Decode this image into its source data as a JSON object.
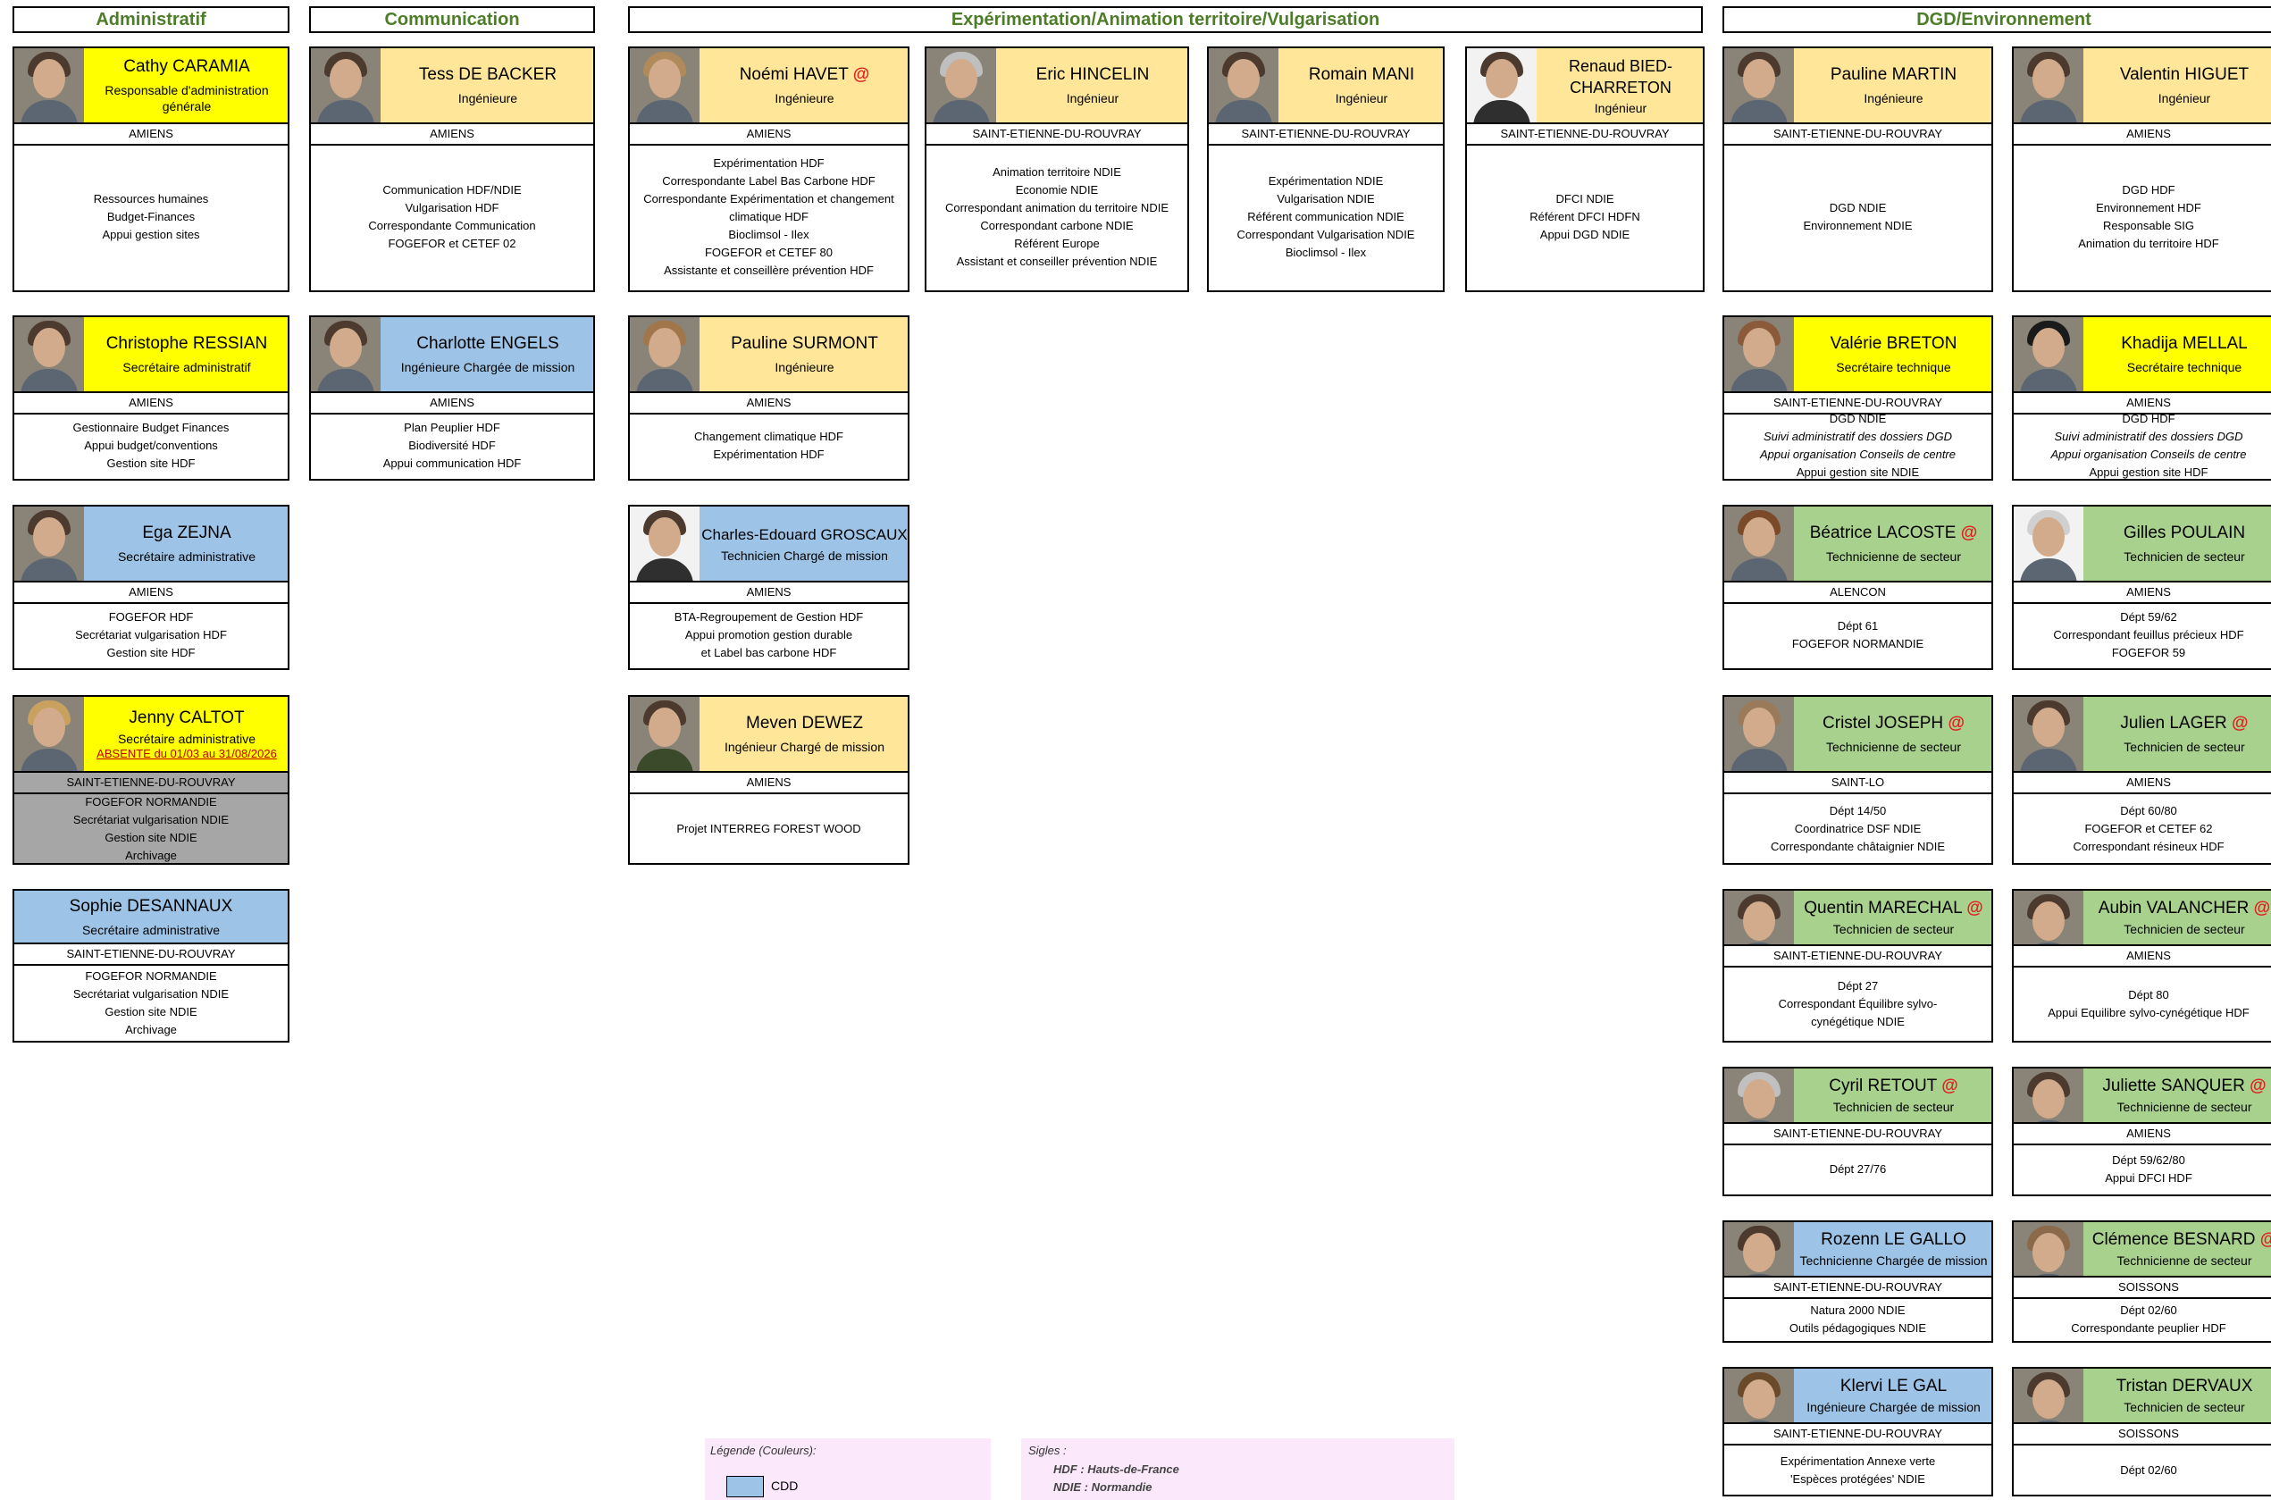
{
  "headers": {
    "administratif": "Administratif",
    "communication": "Communication",
    "experimentation": "Expérimentation/Animation territoire/Vulgarisation",
    "dgd": "DGD/Environnement"
  },
  "colors": {
    "header_text": "#4e7d2a",
    "titulaire_admin": "#ffff00",
    "ingenieur": "#ffe699",
    "cdd": "#9dc3e6",
    "technicien": "#a9d18e",
    "absent_bg": "#a6a6a6"
  },
  "people": {
    "caramia": {
      "name": "Cathy  CARAMIA",
      "role": "Responsable d'administration générale",
      "location": "AMIENS",
      "duties": [
        "Ressources humaines",
        "Budget-Finances",
        "Appui gestion sites"
      ]
    },
    "ressian": {
      "name": "Christophe RESSIAN",
      "role": "Secrétaire administratif",
      "location": "AMIENS",
      "duties": [
        "Gestionnaire Budget Finances",
        "Appui budget/conventions",
        "Gestion site HDF"
      ]
    },
    "zejna": {
      "name": "Ega ZEJNA",
      "role": "Secrétaire administrative",
      "location": "AMIENS",
      "duties": [
        "FOGEFOR HDF",
        "Secrétariat vulgarisation HDF",
        "Gestion site HDF"
      ]
    },
    "caltot": {
      "name": "Jenny CALTOT",
      "role": "Secrétaire administrative",
      "absence": "ABSENTE du 01/03 au 31/08/2026",
      "location": "SAINT-ETIENNE-DU-ROUVRAY",
      "duties": [
        "FOGEFOR NORMANDIE",
        "Secrétariat vulgarisation NDIE",
        "Gestion site NDIE",
        "Archivage"
      ]
    },
    "desannaux": {
      "name": "Sophie DESANNAUX",
      "role": "Secrétaire administrative",
      "location": "SAINT-ETIENNE-DU-ROUVRAY",
      "duties": [
        "FOGEFOR NORMANDIE",
        "Secrétariat vulgarisation NDIE",
        "Gestion site NDIE",
        "Archivage"
      ]
    },
    "debacker": {
      "name": "Tess DE BACKER",
      "role": "Ingénieure",
      "location": "AMIENS",
      "duties": [
        "Communication HDF/NDIE",
        "Vulgarisation HDF",
        "Correspondante Communication",
        "FOGEFOR et CETEF 02"
      ]
    },
    "engels": {
      "name": "Charlotte ENGELS",
      "role": "Ingénieure Chargée de mission",
      "location": "AMIENS",
      "duties": [
        "Plan Peuplier HDF",
        "Biodiversité HDF",
        "Appui communication HDF"
      ]
    },
    "havet": {
      "name": "Noémi HAVET",
      "role": "Ingénieure",
      "location": "AMIENS",
      "duties": [
        "Expérimentation HDF",
        "Correspondante Label Bas Carbone HDF",
        "Correspondante Expérimentation et changement climatique HDF",
        "Bioclimsol  -  Ilex",
        "FOGEFOR et CETEF 80",
        "Assistante et conseillère prévention HDF"
      ]
    },
    "hincelin": {
      "name": "Eric HINCELIN",
      "role": "Ingénieur",
      "location": "SAINT-ETIENNE-DU-ROUVRAY",
      "duties": [
        "Animation territoire NDIE",
        "Economie NDIE",
        "Correspondant animation du territoire NDIE",
        "Correspondant carbone NDIE",
        "Référent Europe",
        "Assistant et conseiller prévention NDIE"
      ]
    },
    "mani": {
      "name": "Romain MANI",
      "role": "Ingénieur",
      "location": "SAINT-ETIENNE-DU-ROUVRAY",
      "duties": [
        "Expérimentation NDIE",
        "Vulgarisation NDIE",
        "Référent communication NDIE",
        "Correspondant Vulgarisation NDIE",
        "Bioclimsol  -  Ilex"
      ]
    },
    "biedcharreton": {
      "name": "Renaud BIED-CHARRETON",
      "role": "Ingénieur",
      "location": "SAINT-ETIENNE-DU-ROUVRAY",
      "duties": [
        "DFCI NDIE",
        "Référent DFCI HDFN",
        "Appui DGD NDIE"
      ]
    },
    "surmont": {
      "name": "Pauline SURMONT",
      "role": "Ingénieure",
      "location": "AMIENS",
      "duties": [
        "Changement climatique HDF",
        "Expérimentation HDF"
      ]
    },
    "groscaux": {
      "name": "Charles-Edouard GROSCAUX",
      "role": "Technicien Chargé de mission",
      "location": "AMIENS",
      "duties": [
        "BTA-Regroupement de Gestion HDF",
        "Appui promotion gestion durable",
        "et Label bas carbone HDF"
      ]
    },
    "dewez": {
      "name": "Meven DEWEZ",
      "role": "Ingénieur Chargé de mission",
      "location": "AMIENS",
      "duties": [
        "Projet INTERREG FOREST WOOD"
      ]
    },
    "martin": {
      "name": "Pauline  MARTIN",
      "role": "Ingénieure",
      "location": "SAINT-ETIENNE-DU-ROUVRAY",
      "duties": [
        "DGD NDIE",
        "Environnement NDIE"
      ]
    },
    "higuet": {
      "name": "Valentin HIGUET",
      "role": "Ingénieur",
      "location": "AMIENS",
      "duties": [
        "DGD HDF",
        "Environnement HDF",
        "Responsable SIG",
        "Animation du territoire HDF"
      ]
    },
    "breton": {
      "name": "Valérie BRETON",
      "role": "Secrétaire technique",
      "location": "SAINT-ETIENNE-DU-ROUVRAY",
      "duties": [
        "DGD NDIE",
        "Suivi administratif des dossiers DGD",
        "Appui organisation Conseils de centre",
        "Appui gestion site NDIE"
      ]
    },
    "mellal": {
      "name": "Khadija MELLAL",
      "role": "Secrétaire technique",
      "location": "AMIENS",
      "duties": [
        "DGD HDF",
        "Suivi administratif des dossiers DGD",
        "Appui organisation Conseils de centre",
        "Appui gestion site HDF"
      ]
    },
    "lacoste": {
      "name": "Béatrice LACOSTE",
      "role": "Technicienne de secteur",
      "location": "ALENCON",
      "duties": [
        "Dépt 61",
        "FOGEFOR NORMANDIE"
      ]
    },
    "poulain": {
      "name": "Gilles POULAIN",
      "role": "Technicien de secteur",
      "location": "AMIENS",
      "duties": [
        "Dépt 59/62",
        "Correspondant feuillus précieux HDF",
        "FOGEFOR 59"
      ]
    },
    "joseph": {
      "name": "Cristel JOSEPH",
      "role": "Technicienne de secteur",
      "location": "SAINT-LO",
      "duties": [
        "Dépt 14/50",
        "Coordinatrice DSF NDIE",
        "Correspondante châtaignier NDIE"
      ]
    },
    "lager": {
      "name": "Julien LAGER",
      "role": "Technicien de secteur",
      "location": "AMIENS",
      "duties": [
        "Dépt 60/80",
        "FOGEFOR et CETEF 62",
        "Correspondant résineux HDF"
      ]
    },
    "marechal": {
      "name": "Quentin MARECHAL",
      "role": "Technicien de secteur",
      "location": "SAINT-ETIENNE-DU-ROUVRAY",
      "duties": [
        "Dépt 27",
        "Correspondant Équilibre sylvo-cynégétique NDIE"
      ]
    },
    "valancher": {
      "name": "Aubin VALANCHER",
      "role": "Technicien de secteur",
      "location": "AMIENS",
      "duties": [
        "Dépt 80",
        "Appui  Equilibre sylvo-cynégétique HDF"
      ]
    },
    "retout": {
      "name": "Cyril RETOUT",
      "role": "Technicien de secteur",
      "location": "SAINT-ETIENNE-DU-ROUVRAY",
      "duties": [
        "Dépt 27/76"
      ]
    },
    "sanquer": {
      "name": "Juliette SANQUER",
      "role": "Technicienne de secteur",
      "location": "AMIENS",
      "duties": [
        "Dépt 59/62/80",
        "Appui DFCI HDF"
      ]
    },
    "legallo": {
      "name": "Rozenn LE GALLO",
      "role": "Technicienne Chargée de mission",
      "location": "SAINT-ETIENNE-DU-ROUVRAY",
      "duties": [
        "Natura 2000 NDIE",
        "Outils pédagogiques NDIE"
      ]
    },
    "besnard": {
      "name": "Clémence BESNARD",
      "role": "Technicienne de secteur",
      "location": "SOISSONS",
      "duties": [
        "Dépt 02/60",
        "Correspondante peuplier HDF"
      ]
    },
    "legal": {
      "name": "Klervi LE GAL",
      "role": "Ingénieure Chargée de mission",
      "location": "SAINT-ETIENNE-DU-ROUVRAY",
      "duties": [
        "Expérimentation Annexe verte",
        "'Espèces protégées' NDIE"
      ]
    },
    "dervaux": {
      "name": "Tristan DERVAUX",
      "role": "Technicien de secteur",
      "location": "SOISSONS",
      "duties": [
        "Dépt 02/60"
      ]
    }
  },
  "legend": {
    "title": "Légende (Couleurs):",
    "cdd_label": "CDD",
    "sigles_title": "Sigles :",
    "sigles": [
      "HDF : Hauts-de-France",
      "NDIE : Normandie"
    ]
  }
}
